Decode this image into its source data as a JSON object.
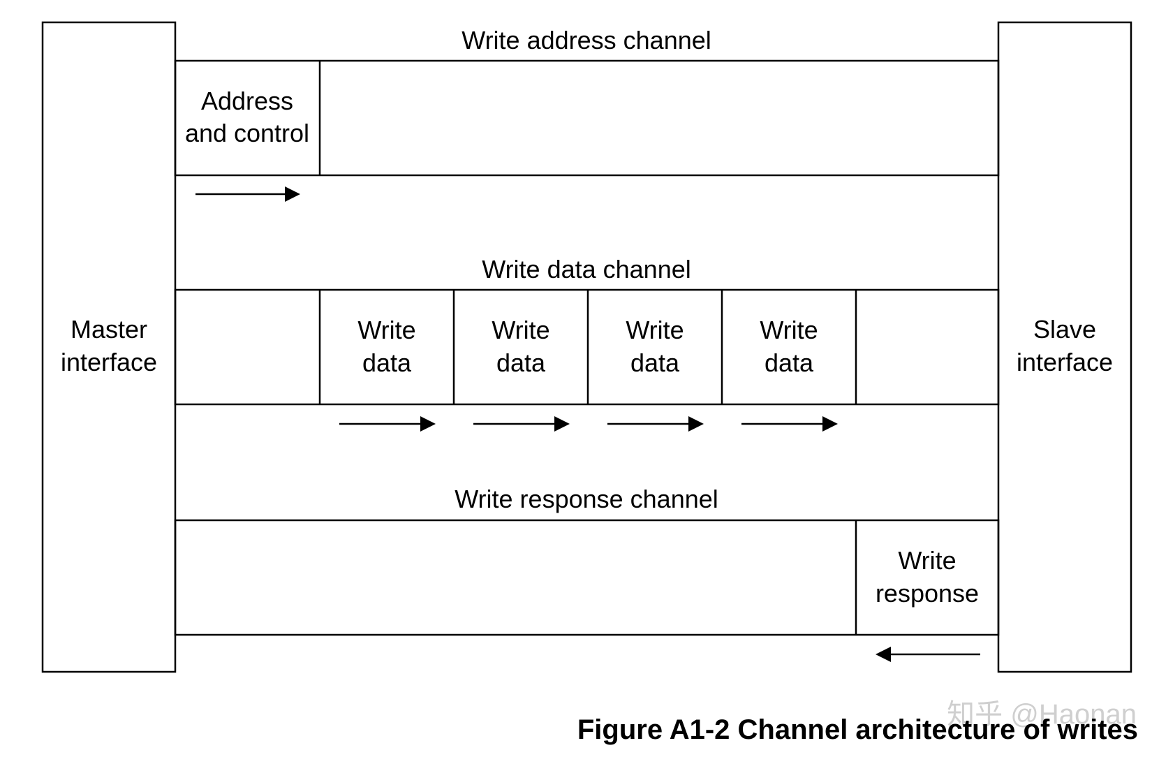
{
  "master": {
    "line1": "Master",
    "line2": "interface"
  },
  "slave": {
    "line1": "Slave",
    "line2": "interface"
  },
  "channels": {
    "address": {
      "title": "Write address channel",
      "cell": {
        "line1": "Address",
        "line2": "and control"
      }
    },
    "data": {
      "title": "Write data channel",
      "cells": [
        {
          "line1": "Write",
          "line2": "data"
        },
        {
          "line1": "Write",
          "line2": "data"
        },
        {
          "line1": "Write",
          "line2": "data"
        },
        {
          "line1": "Write",
          "line2": "data"
        }
      ]
    },
    "response": {
      "title": "Write response channel",
      "cell": {
        "line1": "Write",
        "line2": "response"
      }
    }
  },
  "caption": "Figure A1-2 Channel architecture of writes",
  "watermark": "知乎 @Haonan"
}
